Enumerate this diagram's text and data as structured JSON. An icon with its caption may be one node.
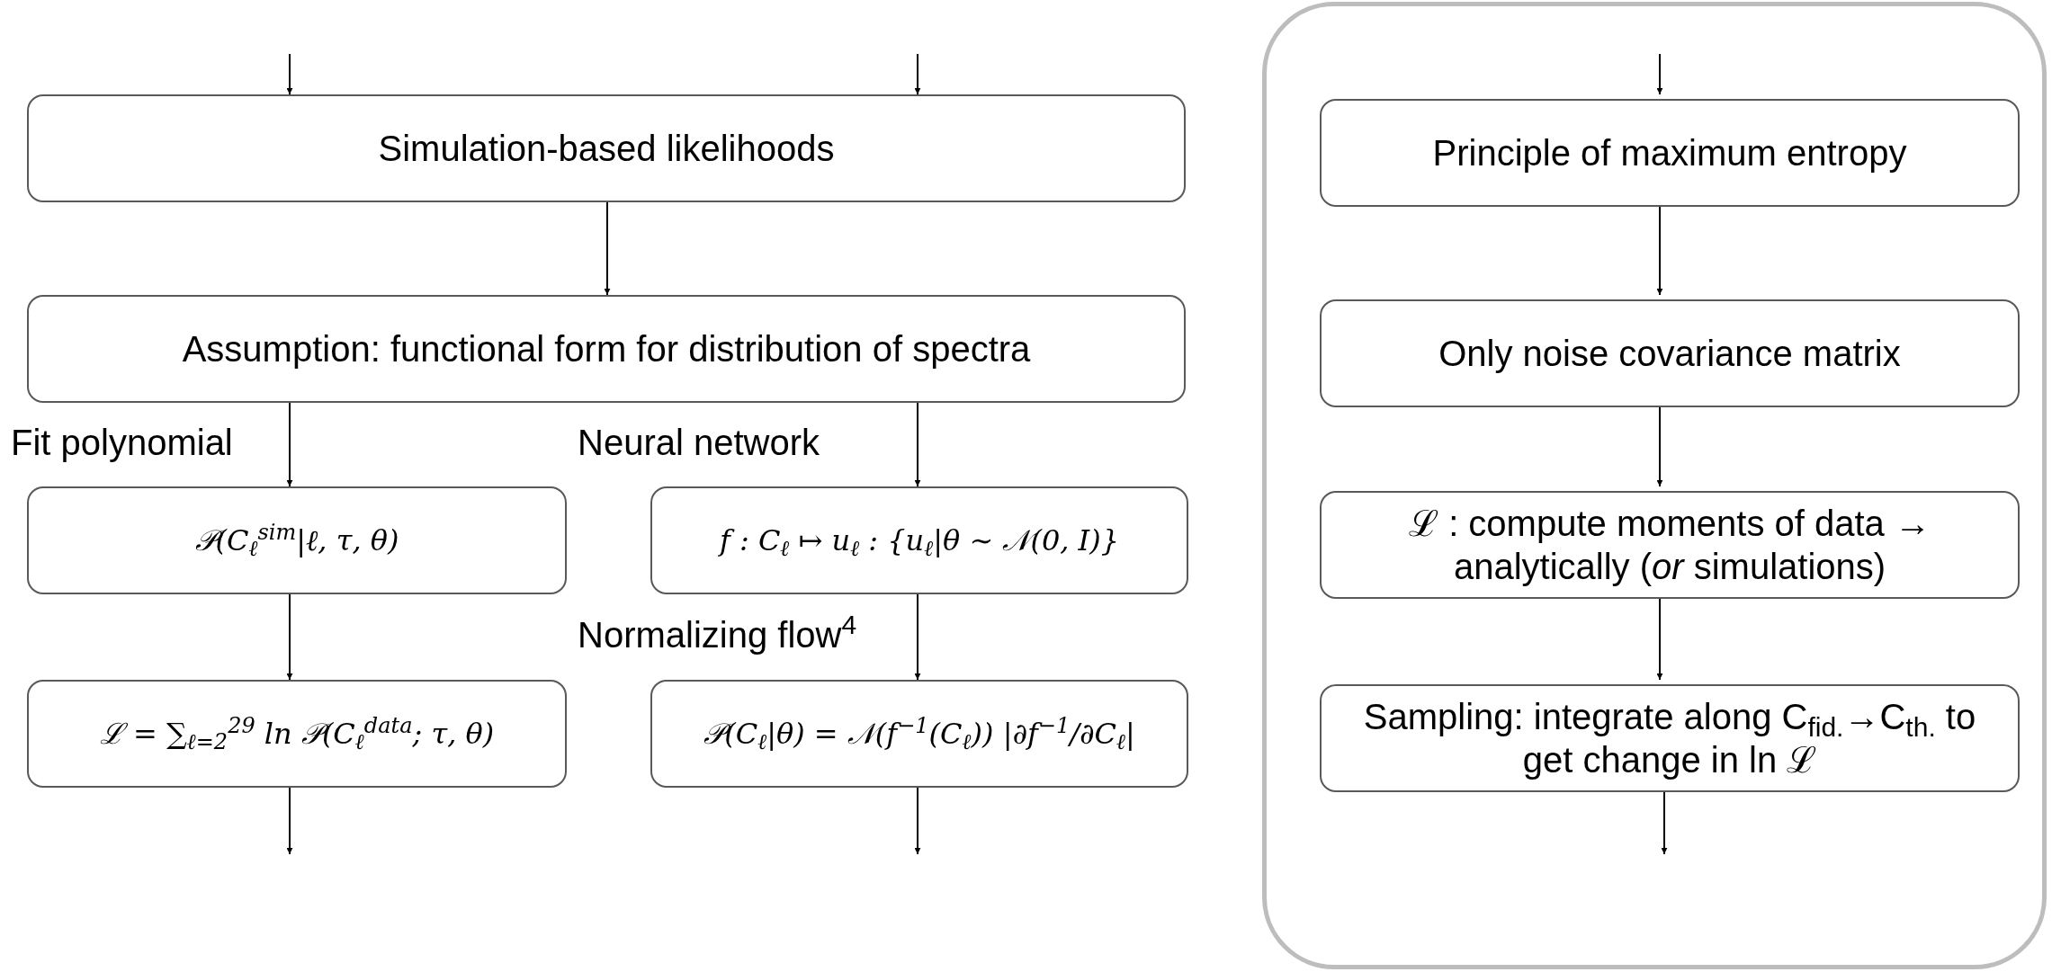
{
  "diagram": {
    "nodes": [
      {
        "text": [
          "Simulation-based likelihoods"
        ]
      },
      {
        "text": [
          "Assumption: functional form for distribution of spectra"
        ]
      },
      {
        "text": [
          "𝒫(C$_{ℓ}$$^{sim}$|ℓ, τ, θ)"
        ]
      },
      {
        "text": [
          "f : C$_{ℓ}$ ↦ u$_{ℓ}$ : {u$_{ℓ}$|θ ∼ 𝒩(0, I)}"
        ]
      },
      {
        "text": [
          "ℒ = ∑$_{ℓ=2}$$^{29}$ ln 𝒫(C$_{ℓ}$$^{data}$; τ, θ)"
        ]
      },
      {
        "text": [
          "𝒫(C$_{ℓ}$|θ) = 𝒩(f$^{−1}$(C$_{ℓ}$)) |∂f$^{−1}$/∂C$_{ℓ}$|"
        ]
      },
      {
        "text": [],
        "shape": "box"
      },
      {
        "text": [
          "Principle of maximum entropy"
        ],
        "in": 6
      },
      {
        "text": [
          "Only noise covariance matrix"
        ],
        "in": 6
      },
      {
        "text": [
          "ℒ : compute moments of data → analytically (*or* simulations)"
        ],
        "in": 6
      },
      {
        "text": [
          "Sampling: integrate along C$_{fid.}$→C$_{th.}$ to get change in ln ℒ"
        ],
        "in": 6
      }
    ],
    "edges": [
      {
        "from": null,
        "to": 0,
        "arrow": "to"
      },
      {
        "from": null,
        "to": 0,
        "arrow": "to"
      },
      {
        "from": 0,
        "to": 1,
        "arrow": "to"
      },
      {
        "from": 1,
        "to": 2,
        "arrow": "to",
        "label": "Fit polynomial"
      },
      {
        "from": 1,
        "to": 3,
        "arrow": "to",
        "label": "Neural network"
      },
      {
        "from": 2,
        "to": 4,
        "arrow": "to"
      },
      {
        "from": 3,
        "to": 5,
        "arrow": "to",
        "label": "Normalizing flow$^{4}$"
      },
      {
        "from": 4,
        "to": null,
        "arrow": "to"
      },
      {
        "from": 5,
        "to": null,
        "arrow": "to"
      },
      {
        "from": null,
        "to": 7,
        "arrow": "to"
      },
      {
        "from": 7,
        "to": 8,
        "arrow": "to"
      },
      {
        "from": 8,
        "to": 9,
        "arrow": "to"
      },
      {
        "from": 9,
        "to": 10,
        "arrow": "to"
      },
      {
        "from": 10,
        "to": null,
        "arrow": "to"
      }
    ]
  }
}
